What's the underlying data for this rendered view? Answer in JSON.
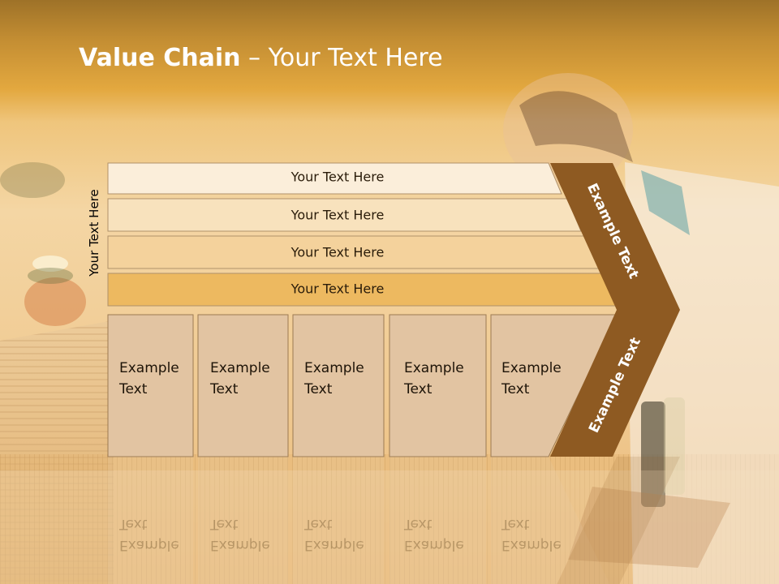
{
  "slide": {
    "title_bold": "Value Chain",
    "title_rest": " – Your Text Here",
    "side_label": "Your Text Here"
  },
  "rows": [
    {
      "label": "Your Text Here",
      "color": "#fbeeda"
    },
    {
      "label": "Your Text Here",
      "color": "#f8e2bd"
    },
    {
      "label": "Your Text Here",
      "color": "#f4d29c"
    },
    {
      "label": "Your Text Here",
      "color": "#edb960"
    }
  ],
  "boxes": [
    {
      "line1": "Example",
      "line2": "Text"
    },
    {
      "line1": "Example",
      "line2": "Text"
    },
    {
      "line1": "Example",
      "line2": "Text"
    },
    {
      "line1": "Example",
      "line2": "Text"
    },
    {
      "line1": "Example",
      "line2": "Text"
    }
  ],
  "chevron": {
    "upper_label": "Example Text",
    "lower_label": "Example Text",
    "color": "#8e5a22"
  },
  "colors": {
    "box_fill": "#e2c4a2",
    "box_border": "#9c7a52",
    "title_text": "#ffffff"
  }
}
